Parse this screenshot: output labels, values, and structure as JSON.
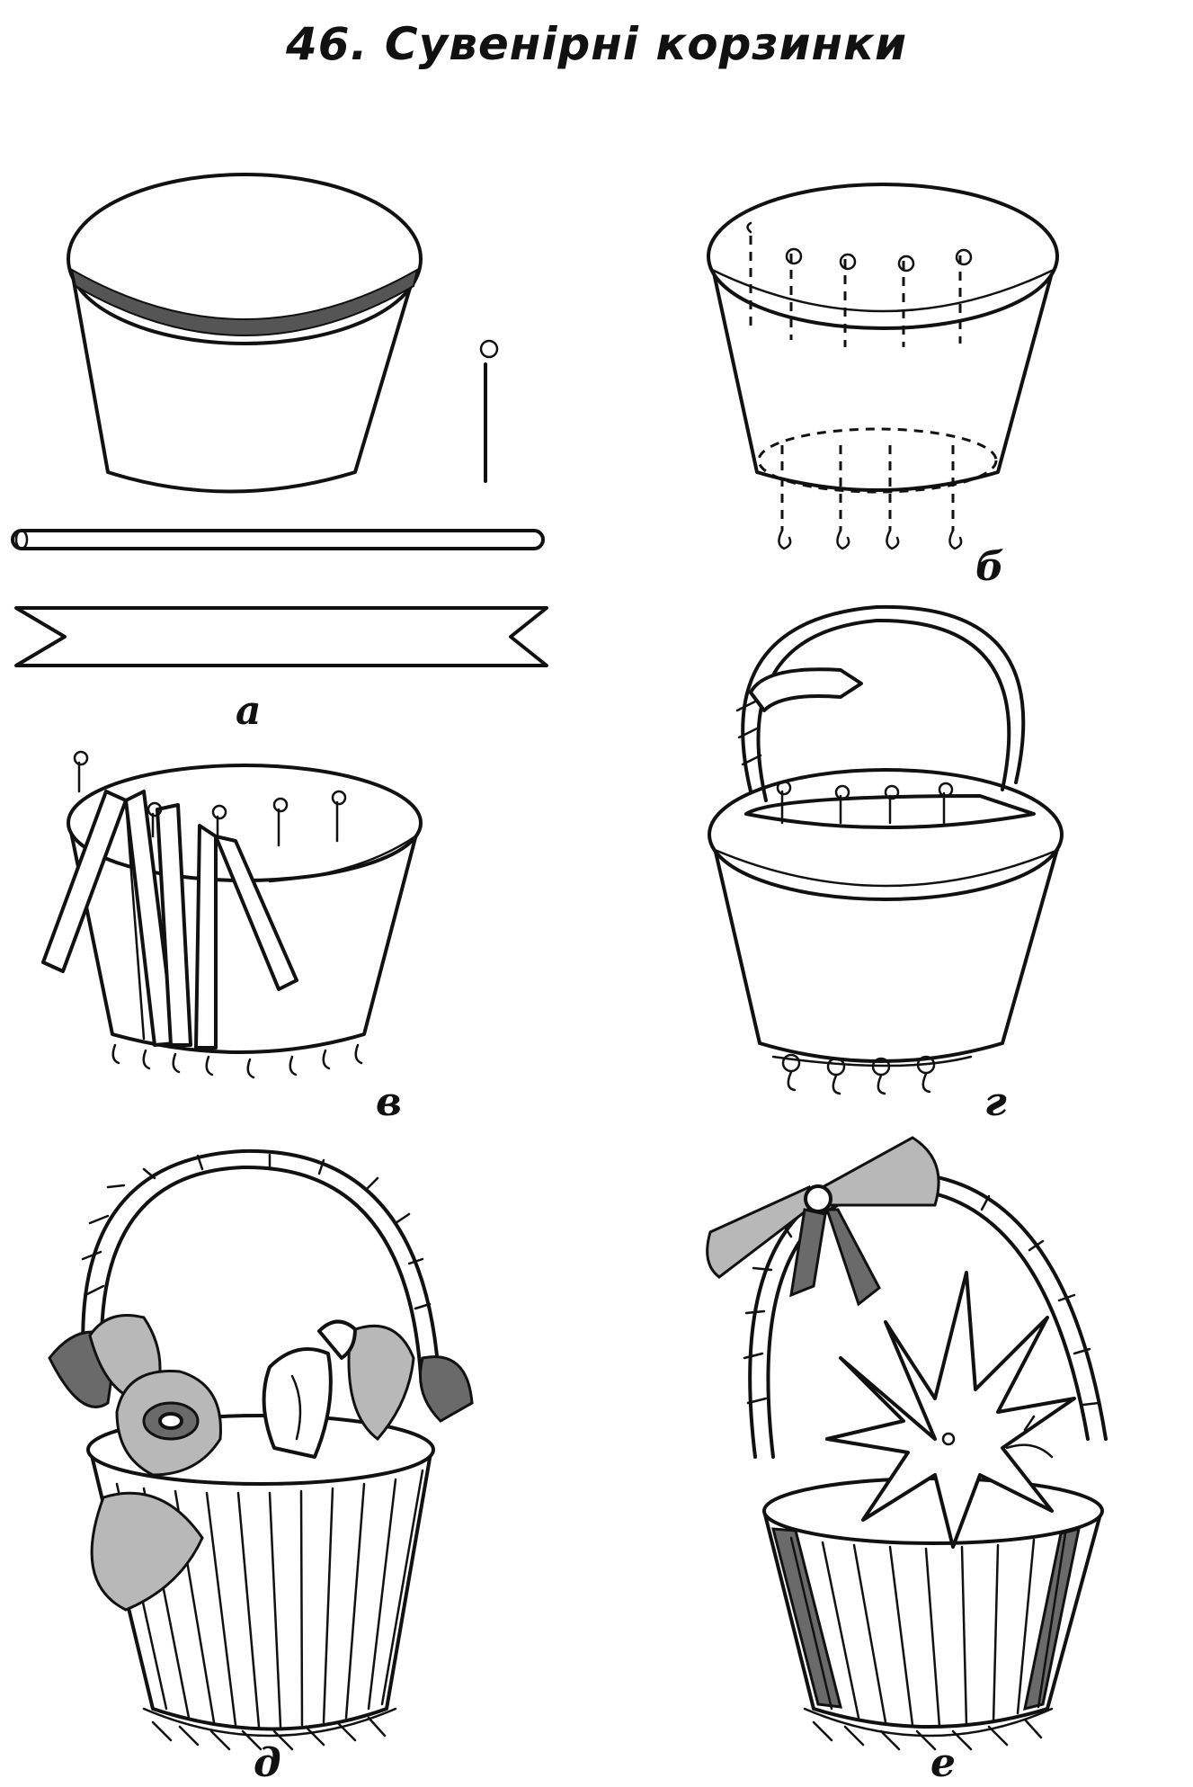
{
  "title": "46. Сувенірні корзинки",
  "labels": {
    "a": "а",
    "b": "б",
    "v": "в",
    "g": "г",
    "d": "д",
    "e": "е"
  }
}
